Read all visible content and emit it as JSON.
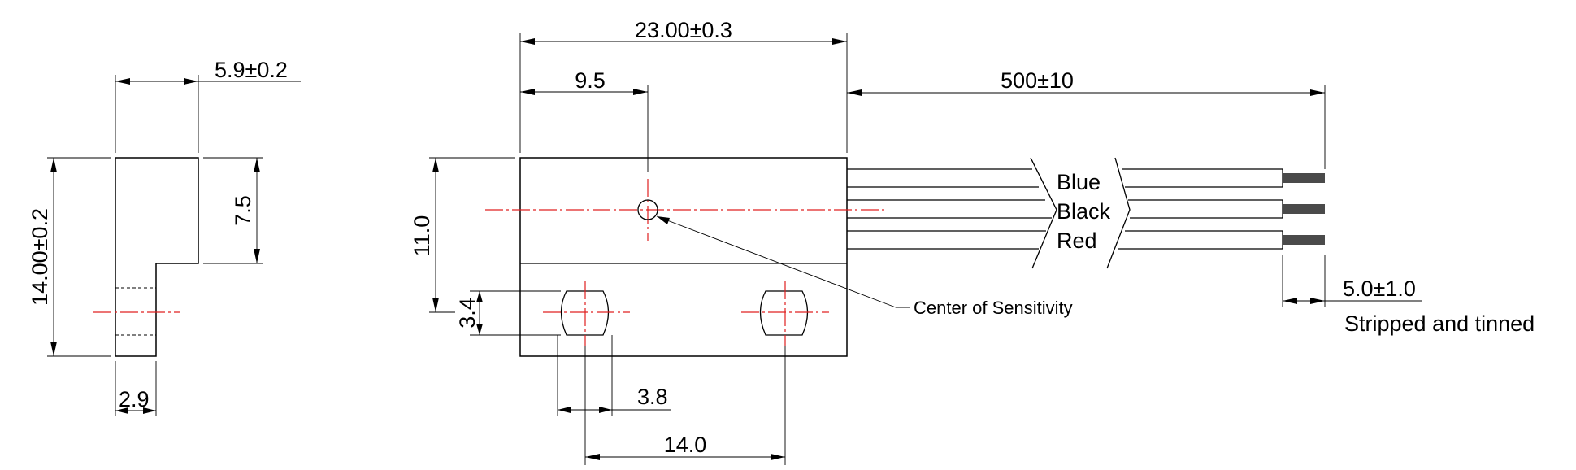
{
  "side_view": {
    "dim_thickness": "5.9±0.2",
    "dim_height": "14.00±0.2",
    "dim_upper": "7.5",
    "dim_lower": "2.9"
  },
  "front_view": {
    "dim_length": "23.00±0.3",
    "dim_sensitivity_offset": "9.5",
    "dim_height": "11.0",
    "dim_slot_height": "3.4",
    "dim_slot_width": "3.8",
    "dim_hole_pitch": "14.0",
    "sensitivity_note": "Center of Sensitivity"
  },
  "wires": {
    "dim_length": "500±10",
    "colors": [
      "Blue",
      "Black",
      "Red"
    ],
    "dim_strip": "5.0±1.0",
    "strip_note": "Stripped and tinned"
  }
}
